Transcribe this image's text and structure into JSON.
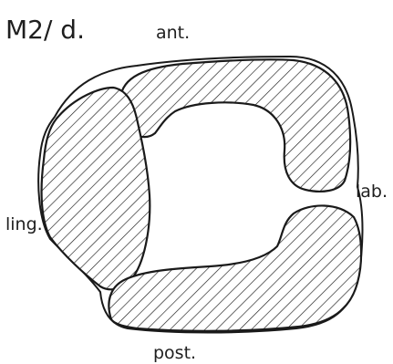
{
  "title": "M2/ d.",
  "labels": {
    "anterior": "ant.",
    "labial": "lab.",
    "lingual": "ling.",
    "posterior": "post."
  },
  "regions": [
    "anterior-labial-cusp",
    "lingual-cusp",
    "posterior-labial-cusp"
  ]
}
